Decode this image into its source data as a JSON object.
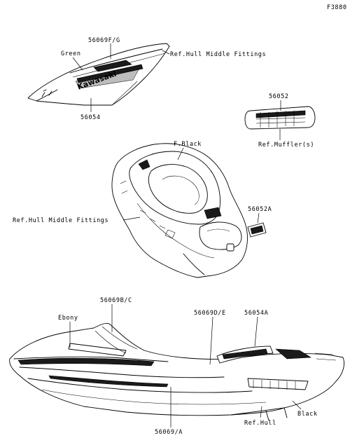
{
  "diagram_id": "F3880",
  "parts": {
    "seat_decal_number": "56069F/G",
    "seat_color": "Green",
    "seat_hull_ref": "Ref.Hull Middle Fittings",
    "seat_logo_decal": "56054",
    "logo_text": "Kawasaki",
    "muffler_decal": "56052",
    "muffler_ref": "Ref.Muffler(s)",
    "deck_color": "F.Black",
    "deck_hull_ref": "Ref.Hull Middle Fittings",
    "deck_small_decal": "56052A",
    "hull_decal_front": "56069B/C",
    "hull_color_ebony": "Ebony",
    "hull_decal_mid": "56069D/E",
    "hull_decal_logo": "56054A",
    "hull_decal_lower": "56069/A",
    "hull_ref": "Ref.Hull",
    "hull_color_black": "Black"
  }
}
